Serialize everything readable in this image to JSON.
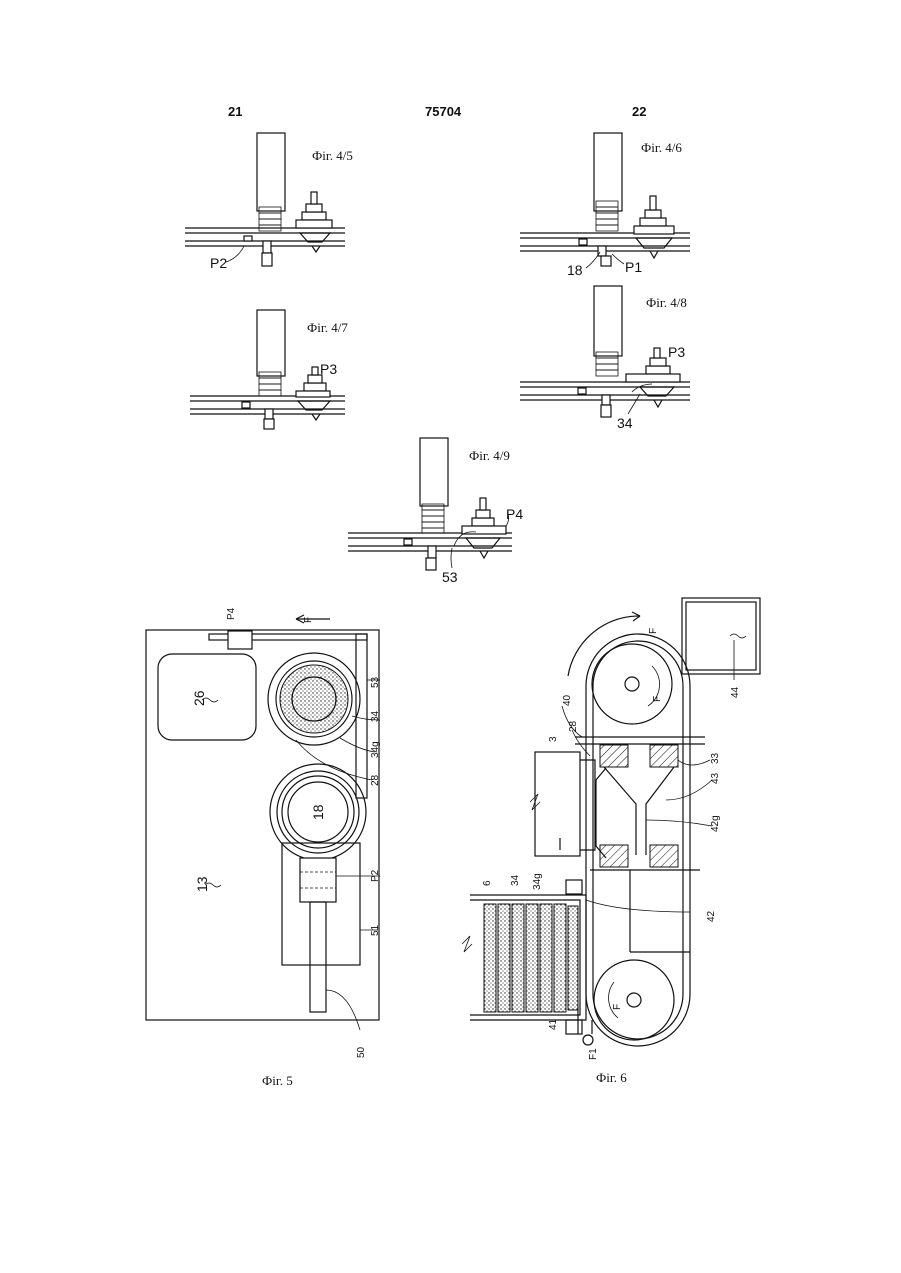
{
  "header": {
    "page_left": "21",
    "patent_number": "75704",
    "page_right": "22"
  },
  "figures": {
    "fig_4_5": {
      "caption": "Фіг. 4/5",
      "labels": [
        "P2"
      ]
    },
    "fig_4_6": {
      "caption": "Фіг. 4/6",
      "labels": [
        "18",
        "P1"
      ]
    },
    "fig_4_7": {
      "caption": "Фіг. 4/7",
      "labels": [
        "P3"
      ]
    },
    "fig_4_8": {
      "caption": "Фіг. 4/8",
      "labels": [
        "P3",
        "34"
      ]
    },
    "fig_4_9": {
      "caption": "Фіг. 4/9",
      "labels": [
        "P4",
        "53"
      ]
    },
    "fig_5": {
      "caption": "Фіг. 5",
      "labels": [
        "P4",
        "F",
        "26",
        "53",
        "34",
        "34g",
        "28",
        "18",
        "P2",
        "13",
        "51",
        "50"
      ]
    },
    "fig_6": {
      "caption": "Фіг. 6",
      "labels": [
        "F",
        "F",
        "F",
        "44",
        "40",
        "28",
        "3",
        "33",
        "43",
        "42g",
        "6",
        "34",
        "34g",
        "42",
        "41",
        "F1"
      ]
    }
  }
}
